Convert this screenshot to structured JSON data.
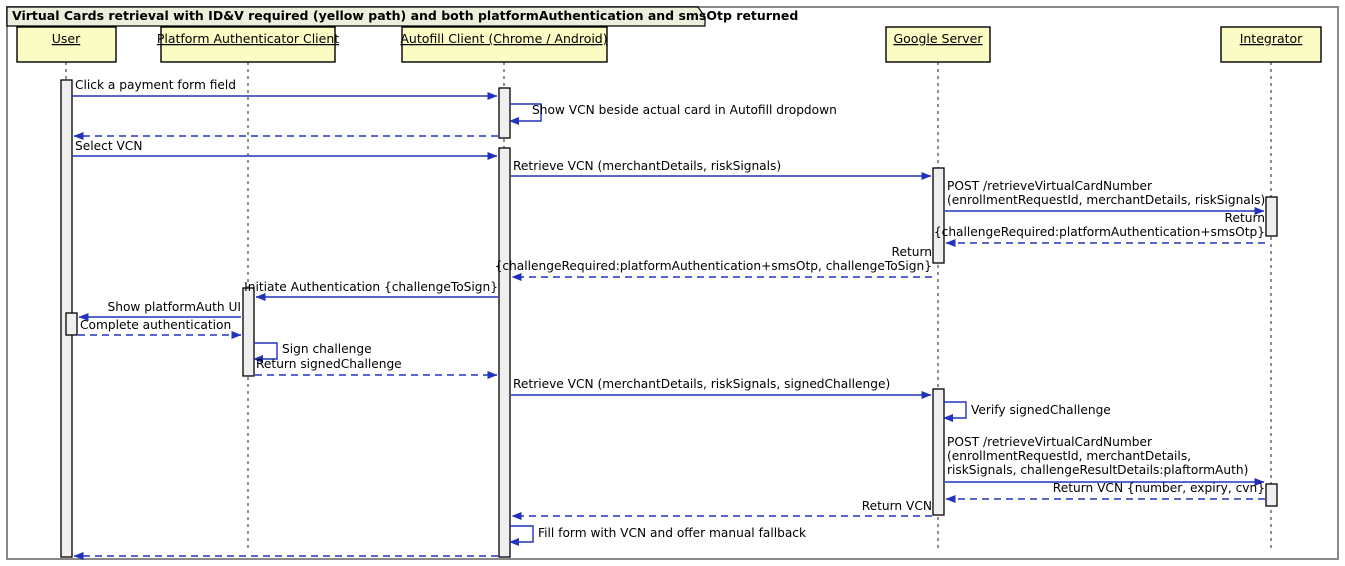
{
  "frame": {
    "title": "Virtual Cards retrieval with ID&V required (yellow path) and both platformAuthentication and smsOtp returned"
  },
  "colors": {
    "participant_fill": "#FBFBC4",
    "participant_stroke": "#000000",
    "message_color": "#2233BB",
    "activation_fill": "#EFEFEF",
    "frame_stroke": "#888888",
    "tab_fill": "#EEEEDD"
  },
  "participants": [
    {
      "id": "user",
      "label": "User"
    },
    {
      "id": "platform-authenticator-client",
      "label": "Platform Authenticator Client"
    },
    {
      "id": "autofill-client",
      "label": "Autofill Client (Chrome / Android)"
    },
    {
      "id": "google-server",
      "label": "Google Server"
    },
    {
      "id": "integrator",
      "label": "Integrator"
    }
  ],
  "messages": [
    {
      "id": "m1",
      "from": "user",
      "to": "autofill-client",
      "kind": "solid",
      "label": "Click a payment form field"
    },
    {
      "id": "m2",
      "from": "autofill-client",
      "to": "autofill-client",
      "kind": "self",
      "label": "Show VCN beside actual card in Autofill dropdown"
    },
    {
      "id": "m3",
      "from": "autofill-client",
      "to": "user",
      "kind": "dashed",
      "label": ""
    },
    {
      "id": "m4",
      "from": "user",
      "to": "autofill-client",
      "kind": "solid",
      "label": "Select VCN"
    },
    {
      "id": "m5",
      "from": "autofill-client",
      "to": "google-server",
      "kind": "solid",
      "label": "Retrieve VCN (merchantDetails, riskSignals)"
    },
    {
      "id": "m6",
      "from": "google-server",
      "to": "integrator",
      "kind": "solid",
      "label": "POST /retrieveVirtualCardNumber\n(enrollmentRequestId, merchantDetails, riskSignals)"
    },
    {
      "id": "m7",
      "from": "integrator",
      "to": "google-server",
      "kind": "dashed",
      "label": "Return\n{challengeRequired:platformAuthentication+smsOtp}"
    },
    {
      "id": "m8",
      "from": "google-server",
      "to": "autofill-client",
      "kind": "dashed",
      "label": "Return\n{challengeRequired:platformAuthentication+smsOtp, challengeToSign}"
    },
    {
      "id": "m9",
      "from": "autofill-client",
      "to": "platform-authenticator-client",
      "kind": "solid",
      "label": "Initiate Authentication {challengeToSign}"
    },
    {
      "id": "m10",
      "from": "platform-authenticator-client",
      "to": "user",
      "kind": "solid",
      "label": "Show platformAuth UI"
    },
    {
      "id": "m11",
      "from": "user",
      "to": "platform-authenticator-client",
      "kind": "dashed",
      "label": "Complete authentication"
    },
    {
      "id": "m12",
      "from": "platform-authenticator-client",
      "to": "platform-authenticator-client",
      "kind": "self",
      "label": "Sign challenge"
    },
    {
      "id": "m13",
      "from": "platform-authenticator-client",
      "to": "autofill-client",
      "kind": "dashed",
      "label": "Return signedChallenge"
    },
    {
      "id": "m14",
      "from": "autofill-client",
      "to": "google-server",
      "kind": "solid",
      "label": "Retrieve VCN (merchantDetails, riskSignals, signedChallenge)"
    },
    {
      "id": "m15",
      "from": "google-server",
      "to": "google-server",
      "kind": "self",
      "label": "Verify signedChallenge"
    },
    {
      "id": "m16",
      "from": "google-server",
      "to": "integrator",
      "kind": "solid",
      "label": "POST /retrieveVirtualCardNumber\n(enrollmentRequestId, merchantDetails,\nriskSignals, challengeResultDetails:plaftormAuth)"
    },
    {
      "id": "m17",
      "from": "integrator",
      "to": "google-server",
      "kind": "dashed",
      "label": "Return VCN {number, expiry, cvn}"
    },
    {
      "id": "m18",
      "from": "google-server",
      "to": "autofill-client",
      "kind": "dashed",
      "label": "Return VCN"
    },
    {
      "id": "m19",
      "from": "autofill-client",
      "to": "autofill-client",
      "kind": "self",
      "label": "Fill form with VCN and offer manual fallback"
    },
    {
      "id": "m20",
      "from": "autofill-client",
      "to": "user",
      "kind": "dashed",
      "label": ""
    }
  ]
}
